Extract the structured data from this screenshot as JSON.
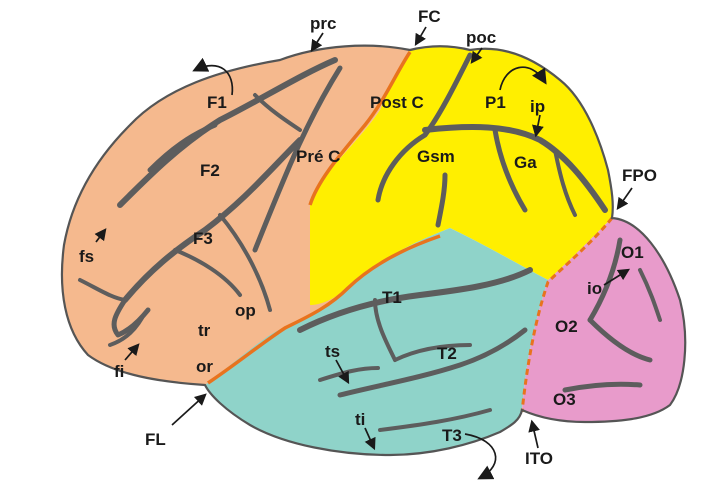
{
  "colors": {
    "frontal": "#F5B98E",
    "parietal": "#FFEF00",
    "temporal": "#8FD3C9",
    "occipital": "#E89BCB",
    "outline": "#555555",
    "sulcus": "#5d5d5d",
    "fissure_edge": "#E8731E"
  },
  "labels": {
    "prc": "prc",
    "fc": "FC",
    "poc": "poc",
    "f1": "F1",
    "post_c": "Post C",
    "p1": "P1",
    "ip": "ip",
    "pre_c": "Pré C",
    "f2": "F2",
    "gsm": "Gsm",
    "ga": "Ga",
    "fpo": "FPO",
    "fs": "fs",
    "f3": "F3",
    "o1": "O1",
    "io": "io",
    "op": "op",
    "t1": "T1",
    "tr": "tr",
    "o2": "O2",
    "ts": "ts",
    "t2": "T2",
    "fi": "fi",
    "or": "or",
    "o3": "O3",
    "fl": "FL",
    "ti": "ti",
    "t3": "T3",
    "ito": "ITO"
  }
}
